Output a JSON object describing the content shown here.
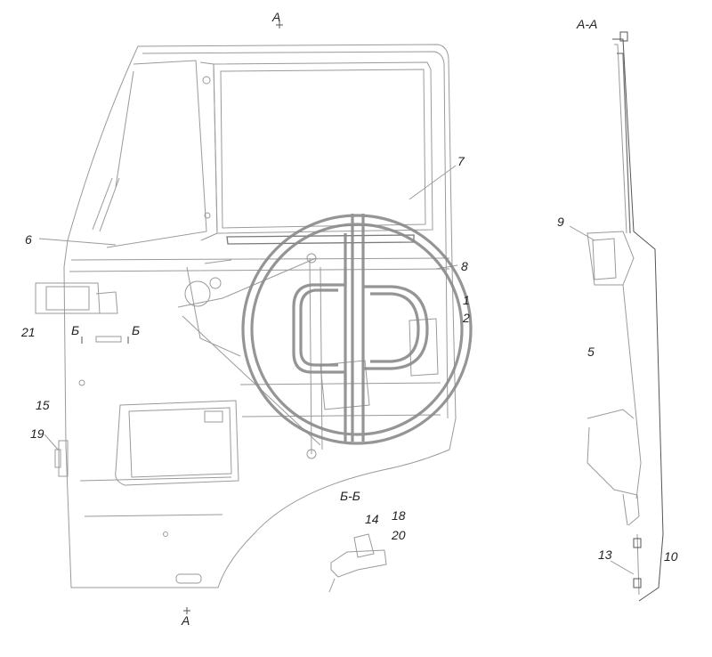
{
  "section_labels": {
    "view_a_top": "А",
    "view_a_bottom": "А",
    "section_aa": "А-А",
    "section_bb": "Б-Б",
    "cut_b_left": "Б",
    "cut_b_right": "Б"
  },
  "callouts": {
    "c1": "1",
    "c2": "2",
    "c5": "5",
    "c6": "6",
    "c7": "7",
    "c8": "8",
    "c9": "9",
    "c10": "10",
    "c13": "13",
    "c14": "14",
    "c15": "15",
    "c18": "18",
    "c19": "19",
    "c20": "20",
    "c21": "21"
  },
  "colors": {
    "line": "#9a9a9a",
    "text": "#222222",
    "watermark": "#8a8a8a"
  }
}
